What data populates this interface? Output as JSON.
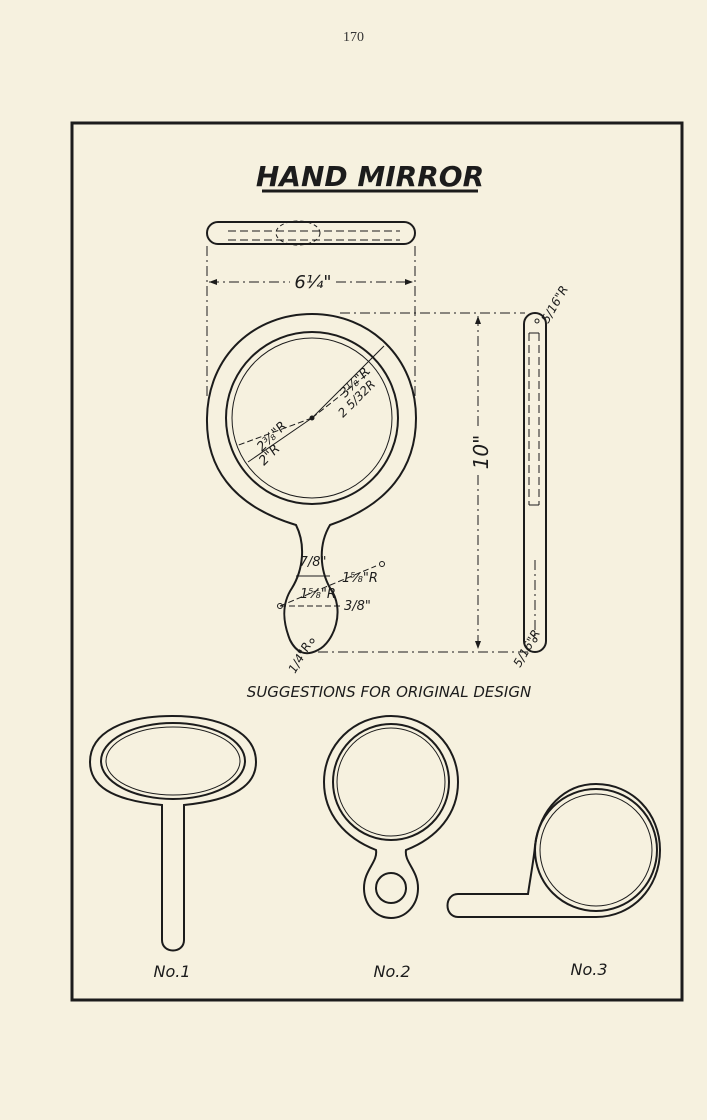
{
  "page_number": "170",
  "title": "HAND MIRROR",
  "dimensions": {
    "width": "6¼\"",
    "height": "10\"",
    "outer_radius": "3⅛\"R",
    "inner_radius": "2 5/32R",
    "left_radius_a": "2⅜\"R",
    "left_radius_b": "2\"R",
    "neck_width": "7/8\"",
    "bulb_radius_left": "1⅝\"R",
    "bulb_radius_right": "1⅝\"R",
    "bulb_offset": "3/8\"",
    "tip_radius": "1/4\"R",
    "side_top_radius": "5/16\"R",
    "side_bottom_radius": "5/16\"R"
  },
  "subtitle": "SUGGESTIONS FOR ORIGINAL DESIGN",
  "designs": [
    {
      "label": "No.1"
    },
    {
      "label": "No.2"
    },
    {
      "label": "No.3"
    }
  ]
}
